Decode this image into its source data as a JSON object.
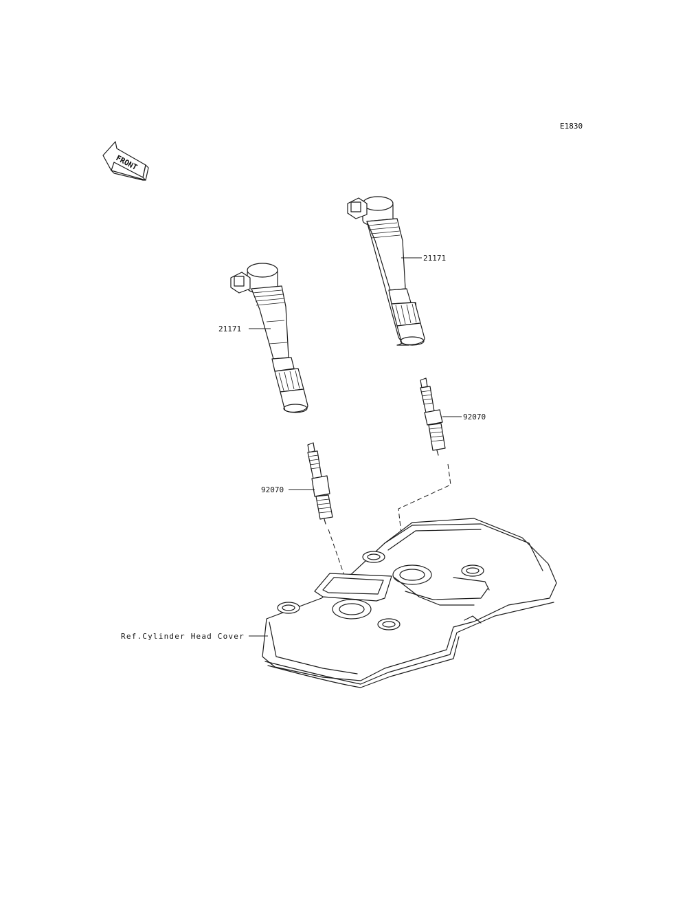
{
  "diagram": {
    "code": "E1830",
    "front_label": "FRONT",
    "parts": [
      {
        "id": "coil-1",
        "number": "21171"
      },
      {
        "id": "coil-2",
        "number": "21171"
      },
      {
        "id": "plug-1",
        "number": "92070"
      },
      {
        "id": "plug-2",
        "number": "92070"
      }
    ],
    "reference": "Ref.Cylinder Head Cover"
  }
}
